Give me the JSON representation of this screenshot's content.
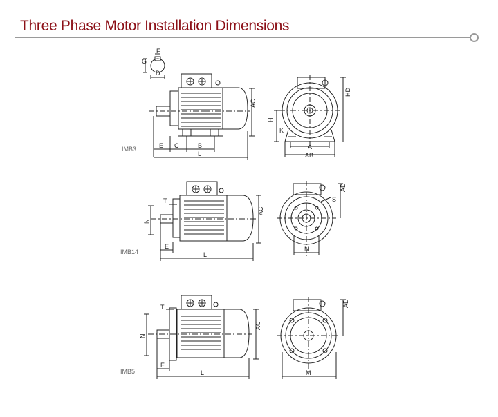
{
  "title": "Three Phase Motor Installation Dimensions",
  "diagrams": [
    {
      "mount": "IMB3",
      "dims": {
        "G": "G",
        "F": "F",
        "D": "D",
        "AC": "AC",
        "E": "E",
        "C": "C",
        "B": "B",
        "L": "L",
        "HD": "HD",
        "H": "H",
        "K": "K",
        "A": "A",
        "AB": "AB"
      }
    },
    {
      "mount": "IMB14",
      "dims": {
        "T": "T",
        "N": "N",
        "AC": "AC",
        "E": "E",
        "L": "L",
        "AD": "AD",
        "S": "S",
        "M": "M"
      }
    },
    {
      "mount": "IMB5",
      "dims": {
        "T": "T",
        "N": "N",
        "AC": "AC",
        "E": "E",
        "L": "L",
        "AD": "AD",
        "M": "M"
      }
    }
  ]
}
